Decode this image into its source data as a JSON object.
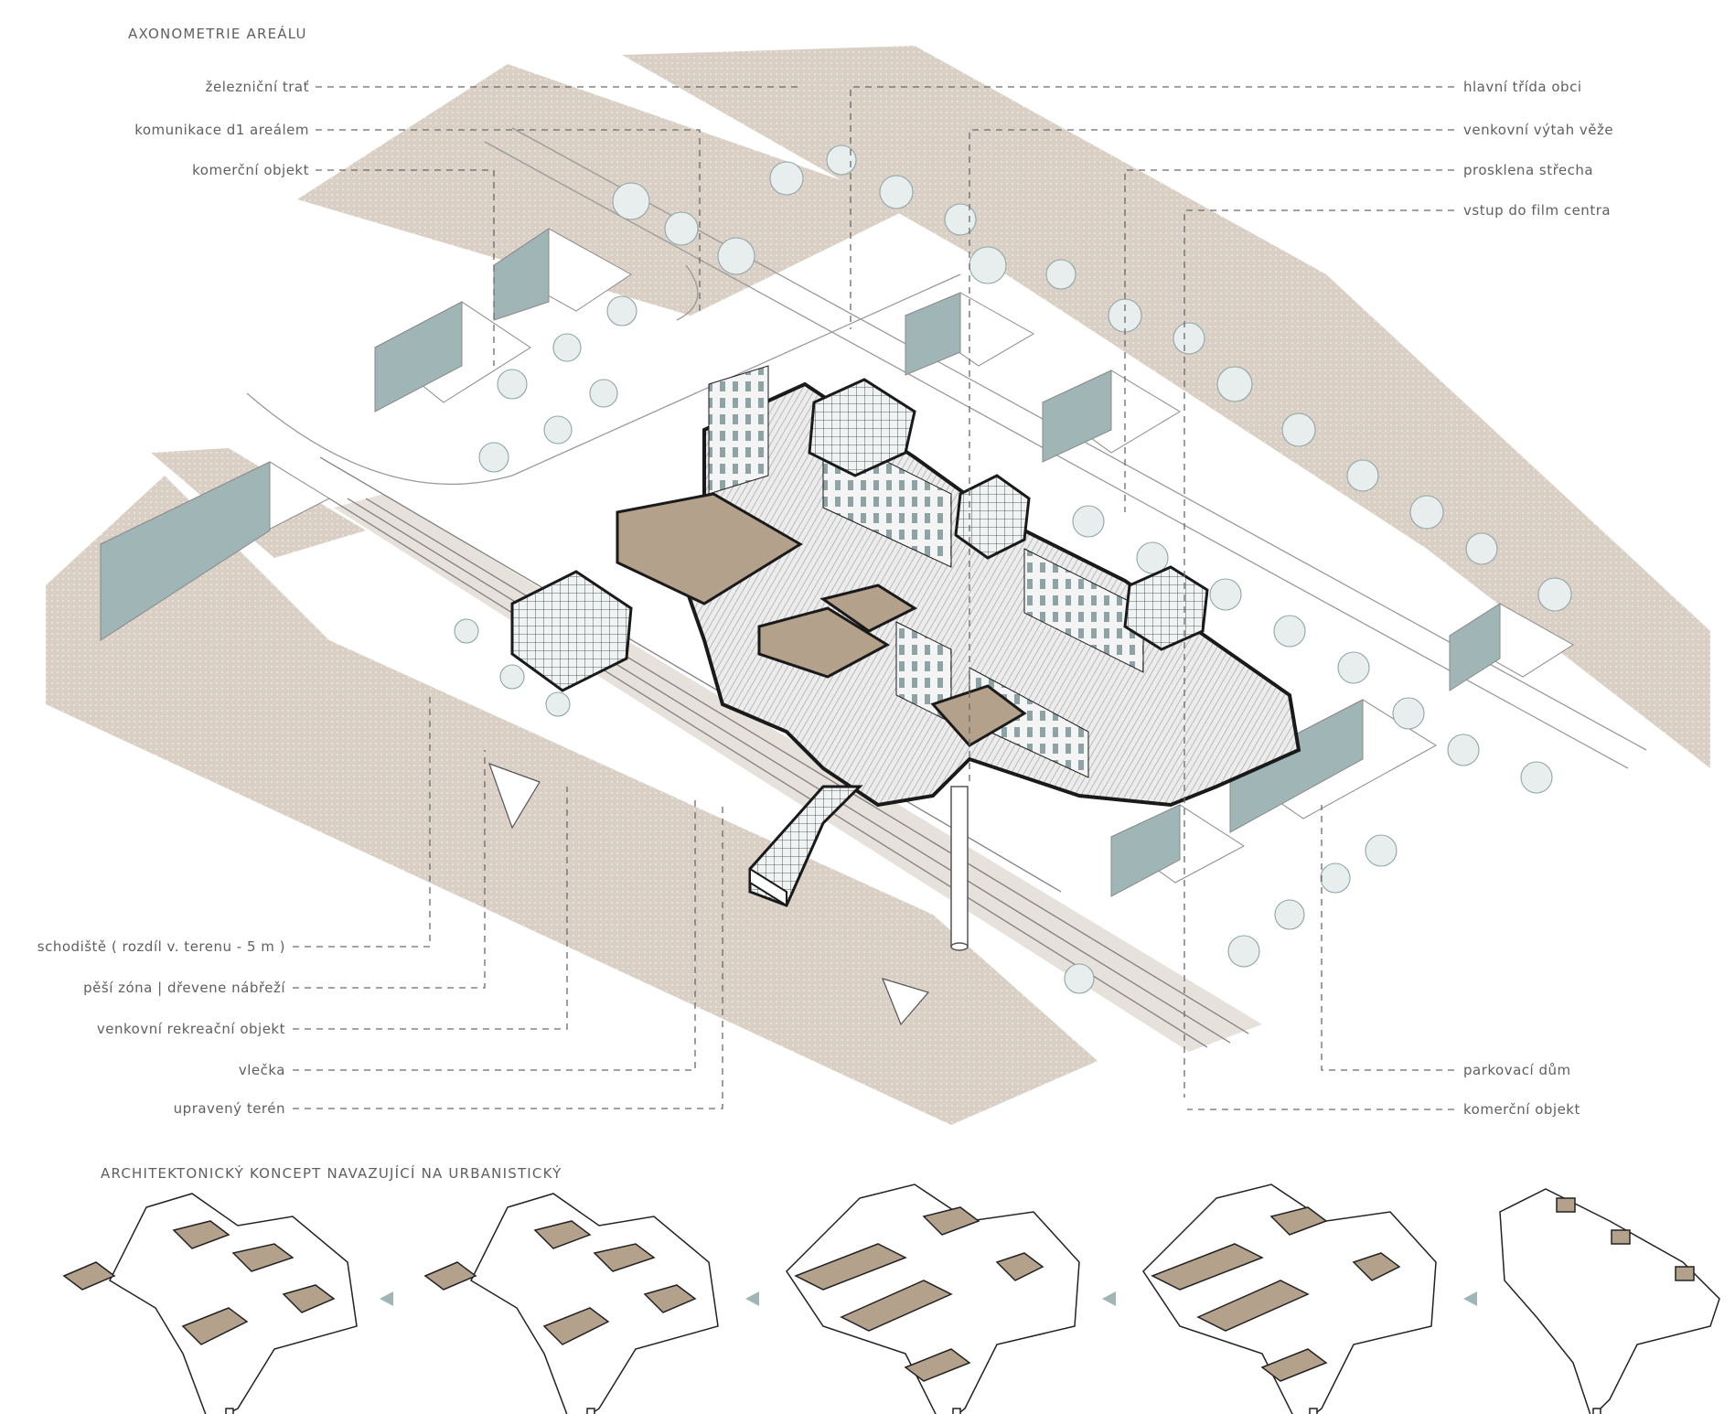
{
  "titles": {
    "axonometry": "AXONOMETRIE AREÁLU",
    "concept": "ARCHITEKTONICKÝ KONCEPT NAVAZUJÍCÍ NA URBANISTICKÝ"
  },
  "labels_left": [
    "železniční trať",
    "komunikace d1 areálem",
    "komerční objekt",
    "schodiště ( rozdíl v. terenu - 5 m )",
    "pěší zóna | dřevene nábřeží",
    "venkovní rekreační objekt",
    "vlečka",
    "upravený terén"
  ],
  "labels_right": [
    "hlavní třída obci",
    "venkovní výtah věže",
    "prosklena střecha",
    "vstup do film centra",
    "parkovací dům",
    "komerční objekt"
  ],
  "colors": {
    "ground": "#d9cfc4",
    "roof_brown": "#b3a18c",
    "wall_blue": "#9fb5b6",
    "outline": "#1a1a1a",
    "leader": "#6a6a6a",
    "arrow": "#9fb5b6"
  },
  "icons": [
    "concept-arrow-icon"
  ]
}
